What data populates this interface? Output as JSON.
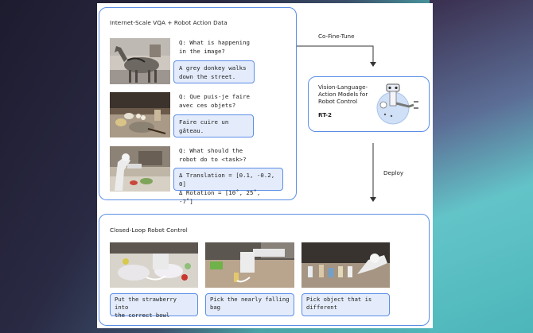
{
  "vqa_panel": {
    "title": "Internet-Scale VQA + Robot Action Data",
    "examples": [
      {
        "question": "Q: What is happening in the image?",
        "answer": "A grey donkey walks down the street."
      },
      {
        "question": "Q: Que puis-je faire avec ces objets?",
        "answer": "Faire cuire un gâteau."
      },
      {
        "question": "Q: What should the robot do to <task>?",
        "answer_line1": "Δ Translation = [0.1, -0.2, 0]",
        "answer_line2": "Δ Rotation = [10˚, 25˚, -7˚]"
      }
    ]
  },
  "cofinetune_label": "Co-Fine-Tune",
  "deploy_label": "Deploy",
  "vla_box": {
    "title_line1": "Vision-Language-",
    "title_line2": "Action Models for",
    "title_line3": "Robot Control",
    "model": "RT-2"
  },
  "closed_loop": {
    "title": "Closed-Loop Robot Control",
    "tasks": [
      {
        "line1": "Put the strawberry into",
        "line2": "the correct bowl"
      },
      {
        "line1": "Pick the nearly falling",
        "line2": "bag"
      },
      {
        "line1": "Pick object that is",
        "line2": "different"
      }
    ]
  },
  "colors": {
    "accent_border": "#5b8ee6",
    "answer_fill": "#e4ecfb"
  }
}
